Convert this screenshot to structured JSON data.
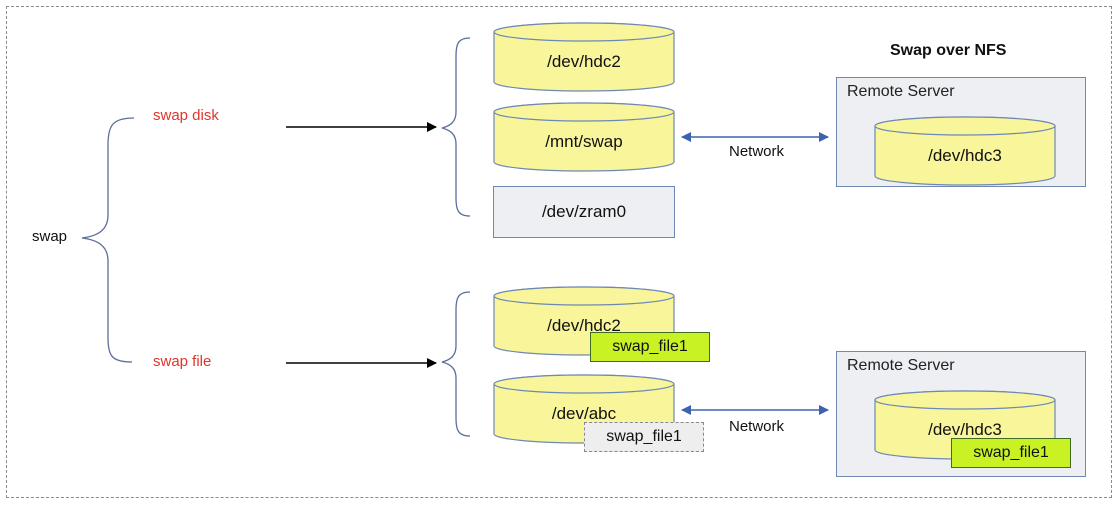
{
  "root_label": "swap",
  "swap_disk": {
    "label": "swap disk",
    "devices": [
      "/dev/hdc2",
      "/mnt/swap",
      "/dev/zram0"
    ]
  },
  "swap_file": {
    "label": "swap file",
    "devices": [
      "/dev/hdc2",
      "/dev/abc"
    ],
    "file_tag": "swap_file1"
  },
  "nfs_title": "Swap over NFS",
  "network_label": "Network",
  "remote_server_label": "Remote Server",
  "remote_device": "/dev/hdc3",
  "colors": {
    "disk_fill": "#f8f59a",
    "disk_stroke": "#6f88b4",
    "tag_green": "#c8f224",
    "label_red": "#e0352b",
    "arrow_blue": "#3d63b0"
  }
}
